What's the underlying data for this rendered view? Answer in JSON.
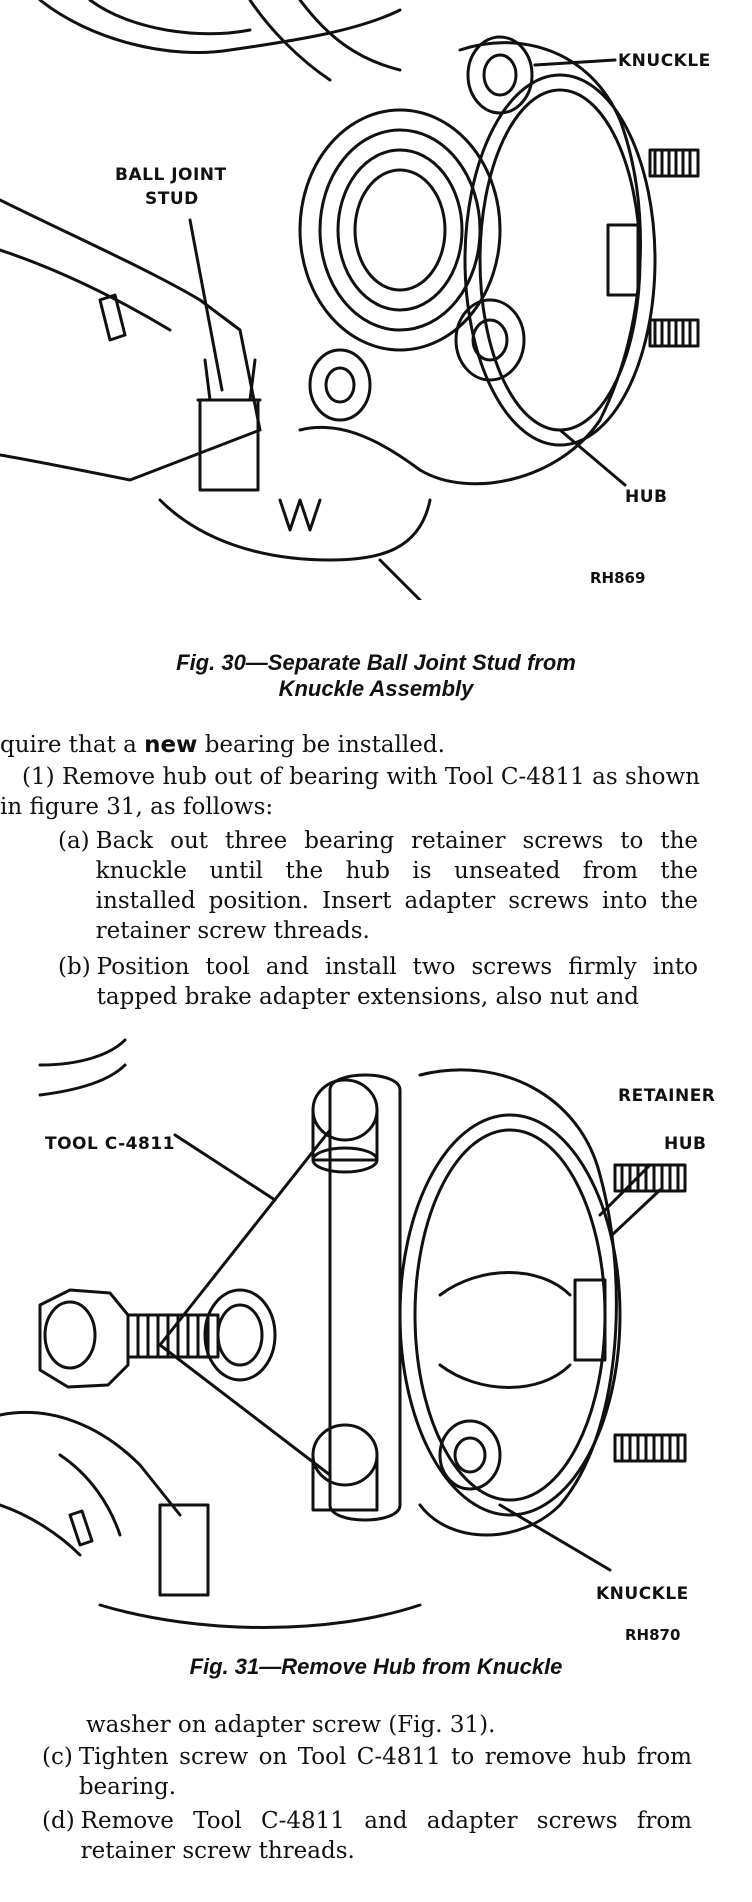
{
  "figure30": {
    "labels": {
      "knuckle": "KNUCKLE",
      "ball_joint_stud_line1": "BALL JOINT",
      "ball_joint_stud_line2": "STUD",
      "hub": "HUB"
    },
    "code": "RH869",
    "caption_line1": "Fig. 30—Separate Ball Joint Stud from",
    "caption_line2": "Knuckle Assembly"
  },
  "body_top": {
    "line1_pre": "quire that a ",
    "line1_bold": "new",
    "line1_post": " bearing be installed.",
    "step1": "(1) Remove hub out of bearing with Tool C-4811 as shown in figure 31, as follows:",
    "a_marker": "(a)",
    "a_text": "Back out three bearing retainer screws to the knuckle until the hub is unseated from the installed position. Insert adapter screws into the retainer screw threads.",
    "b_marker": "(b)",
    "b_text": "Position tool and install two screws firmly into tapped brake adapter extensions, also nut and"
  },
  "figure31": {
    "labels": {
      "tool": "TOOL C-4811",
      "retainer": "RETAINER",
      "hub": "HUB",
      "knuckle": "KNUCKLE"
    },
    "code": "RH870",
    "caption": "Fig. 31—Remove Hub from Knuckle"
  },
  "body_bottom": {
    "b_cont": "washer on adapter screw (Fig. 31).",
    "c_marker": "(c)",
    "c_text": "Tighten screw on Tool C-4811 to remove hub from bearing.",
    "d_marker": "(d)",
    "d_text": "Remove Tool C-4811 and adapter screws from retainer screw threads."
  }
}
